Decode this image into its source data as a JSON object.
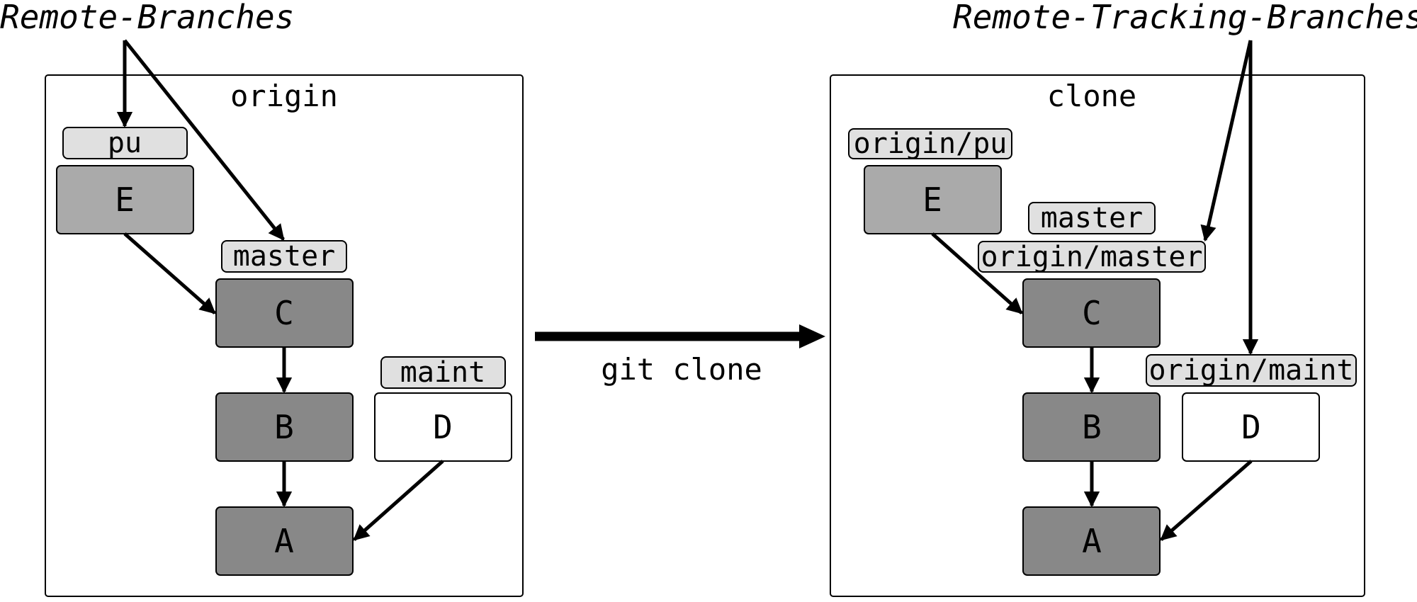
{
  "captions": {
    "left": "Remote-Branches",
    "right": "Remote-Tracking-Branches"
  },
  "operation": "git clone",
  "panels": {
    "origin": {
      "title": "origin",
      "commits": {
        "E": "E",
        "C": "C",
        "B": "B",
        "A": "A",
        "D": "D"
      },
      "refs": {
        "pu": "pu",
        "master": "master",
        "maint": "maint"
      }
    },
    "clone": {
      "title": "clone",
      "commits": {
        "E": "E",
        "C": "C",
        "B": "B",
        "A": "A",
        "D": "D"
      },
      "refs": {
        "origin_pu": "origin/pu",
        "master": "master",
        "origin_master": "origin/master",
        "origin_maint": "origin/maint"
      }
    }
  },
  "colors": {
    "commit_dark": "#888888",
    "commit_light": "#aaaaaa",
    "commit_white": "#ffffff",
    "ref_fill": "#e0e0e0",
    "stroke": "#000000"
  }
}
